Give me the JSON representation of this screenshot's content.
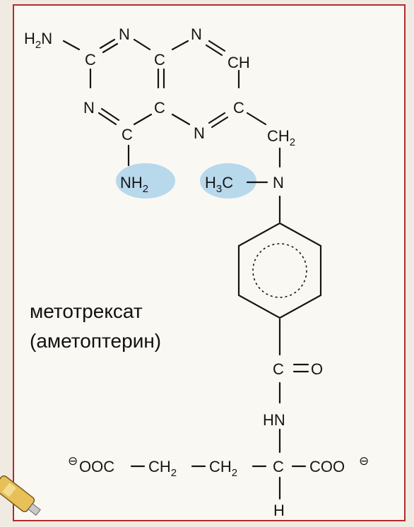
{
  "colors": {
    "frame_border": "#b52a2a",
    "highlight": "#b8d8ec",
    "ink": "#151515",
    "paper": "#faf8f2"
  },
  "caption": {
    "line1": "метотрексат",
    "line2": "(аметоптерин)"
  },
  "atoms": {
    "H2N": {
      "main": "H",
      "sub": "2",
      "tail": "N"
    },
    "C1": "C",
    "N1": "N",
    "C2": "C",
    "N2": "N",
    "CH": "CH",
    "N3": "N",
    "C3": "C",
    "N4": "N",
    "C4": "C",
    "C5": "C",
    "NH2": {
      "main": "NH",
      "sub": "2"
    },
    "CH2_top": {
      "main": "CH",
      "sub": "2"
    },
    "H3C": {
      "main": "H",
      "sub": "3",
      "tail": "C"
    },
    "N_methyl": "N",
    "C_carbonyl": "C",
    "O": "O",
    "HN": "HN",
    "OOC": "OOC",
    "CH2_a": {
      "main": "CH",
      "sub": "2"
    },
    "CH2_b": {
      "main": "CH",
      "sub": "2"
    },
    "C_alpha": "C",
    "COO": "COO",
    "H": "H",
    "charge_minus": "⊖"
  }
}
